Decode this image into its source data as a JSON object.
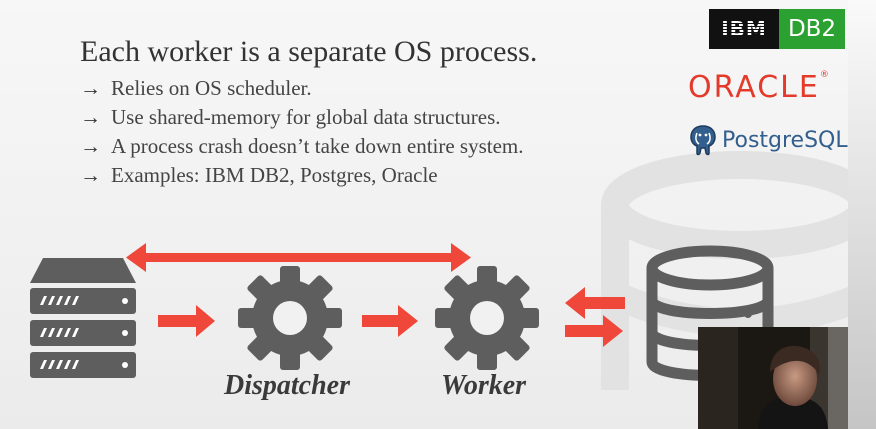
{
  "slide": {
    "heading": "Each worker is a separate OS process.",
    "bullets": [
      "Relies on OS scheduler.",
      "Use shared-memory for global data structures.",
      "A process crash doesn’t take down entire system.",
      "Examples: IBM DB2, Postgres, Oracle"
    ],
    "arrow_glyph": "→"
  },
  "logos": {
    "ibm": "IBM",
    "db2": "DB2",
    "oracle": "ORACLE",
    "oracle_mark": "®",
    "postgres": "PostgreSQL"
  },
  "diagram": {
    "dispatcher_label": "Dispatcher",
    "worker_label": "Worker"
  },
  "colors": {
    "arrow": "#ef473a",
    "icon": "#5e5e5e",
    "ibm_green": "#2aa130",
    "oracle_red": "#e43a2c",
    "postgres_blue": "#335f8e"
  }
}
